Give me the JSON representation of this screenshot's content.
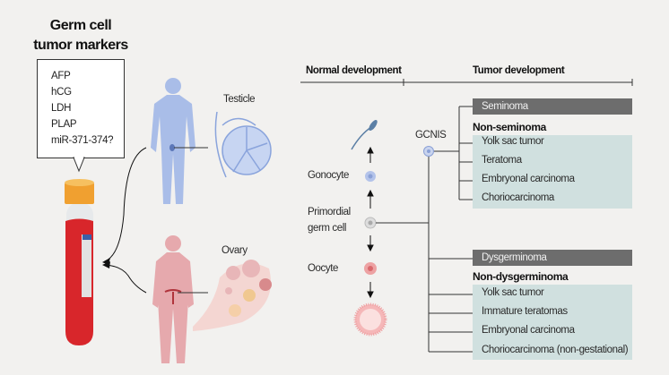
{
  "title": {
    "line1": "Germ cell",
    "line2": "tumor markers"
  },
  "markers": [
    "AFP",
    "hCG",
    "LDH",
    "PLAP",
    "miR-371-374?"
  ],
  "organs": {
    "male": "Testicle",
    "female": "Ovary"
  },
  "headers": {
    "normal": "Normal development",
    "tumor": "Tumor development"
  },
  "normal_stages": {
    "gonocyte": "Gonocyte",
    "primordial_1": "Primordial",
    "primordial_2": "germ cell",
    "oocyte": "Oocyte"
  },
  "gcnis": "GCNIS",
  "male_tumors": {
    "seminoma": "Seminoma",
    "non_label": "Non-seminoma",
    "items": [
      "Yolk sac tumor",
      "Teratoma",
      "Embryonal carcinoma",
      "Choriocarcinoma"
    ]
  },
  "female_tumors": {
    "seminoma": "Dysgerminoma",
    "non_label": "Non-dysgerminoma",
    "items": [
      "Yolk sac tumor",
      "Immature teratomas",
      "Embryonal carcinoma",
      "Choriocarcinoma (non-gestational)"
    ]
  },
  "colors": {
    "background": "#f2f1ef",
    "bar": "#6d6d6d",
    "teal": "#d0e0df",
    "male": "#a9bde8",
    "female": "#e6a9ad",
    "blood": "#d8262b",
    "cap": "#f0a030"
  }
}
